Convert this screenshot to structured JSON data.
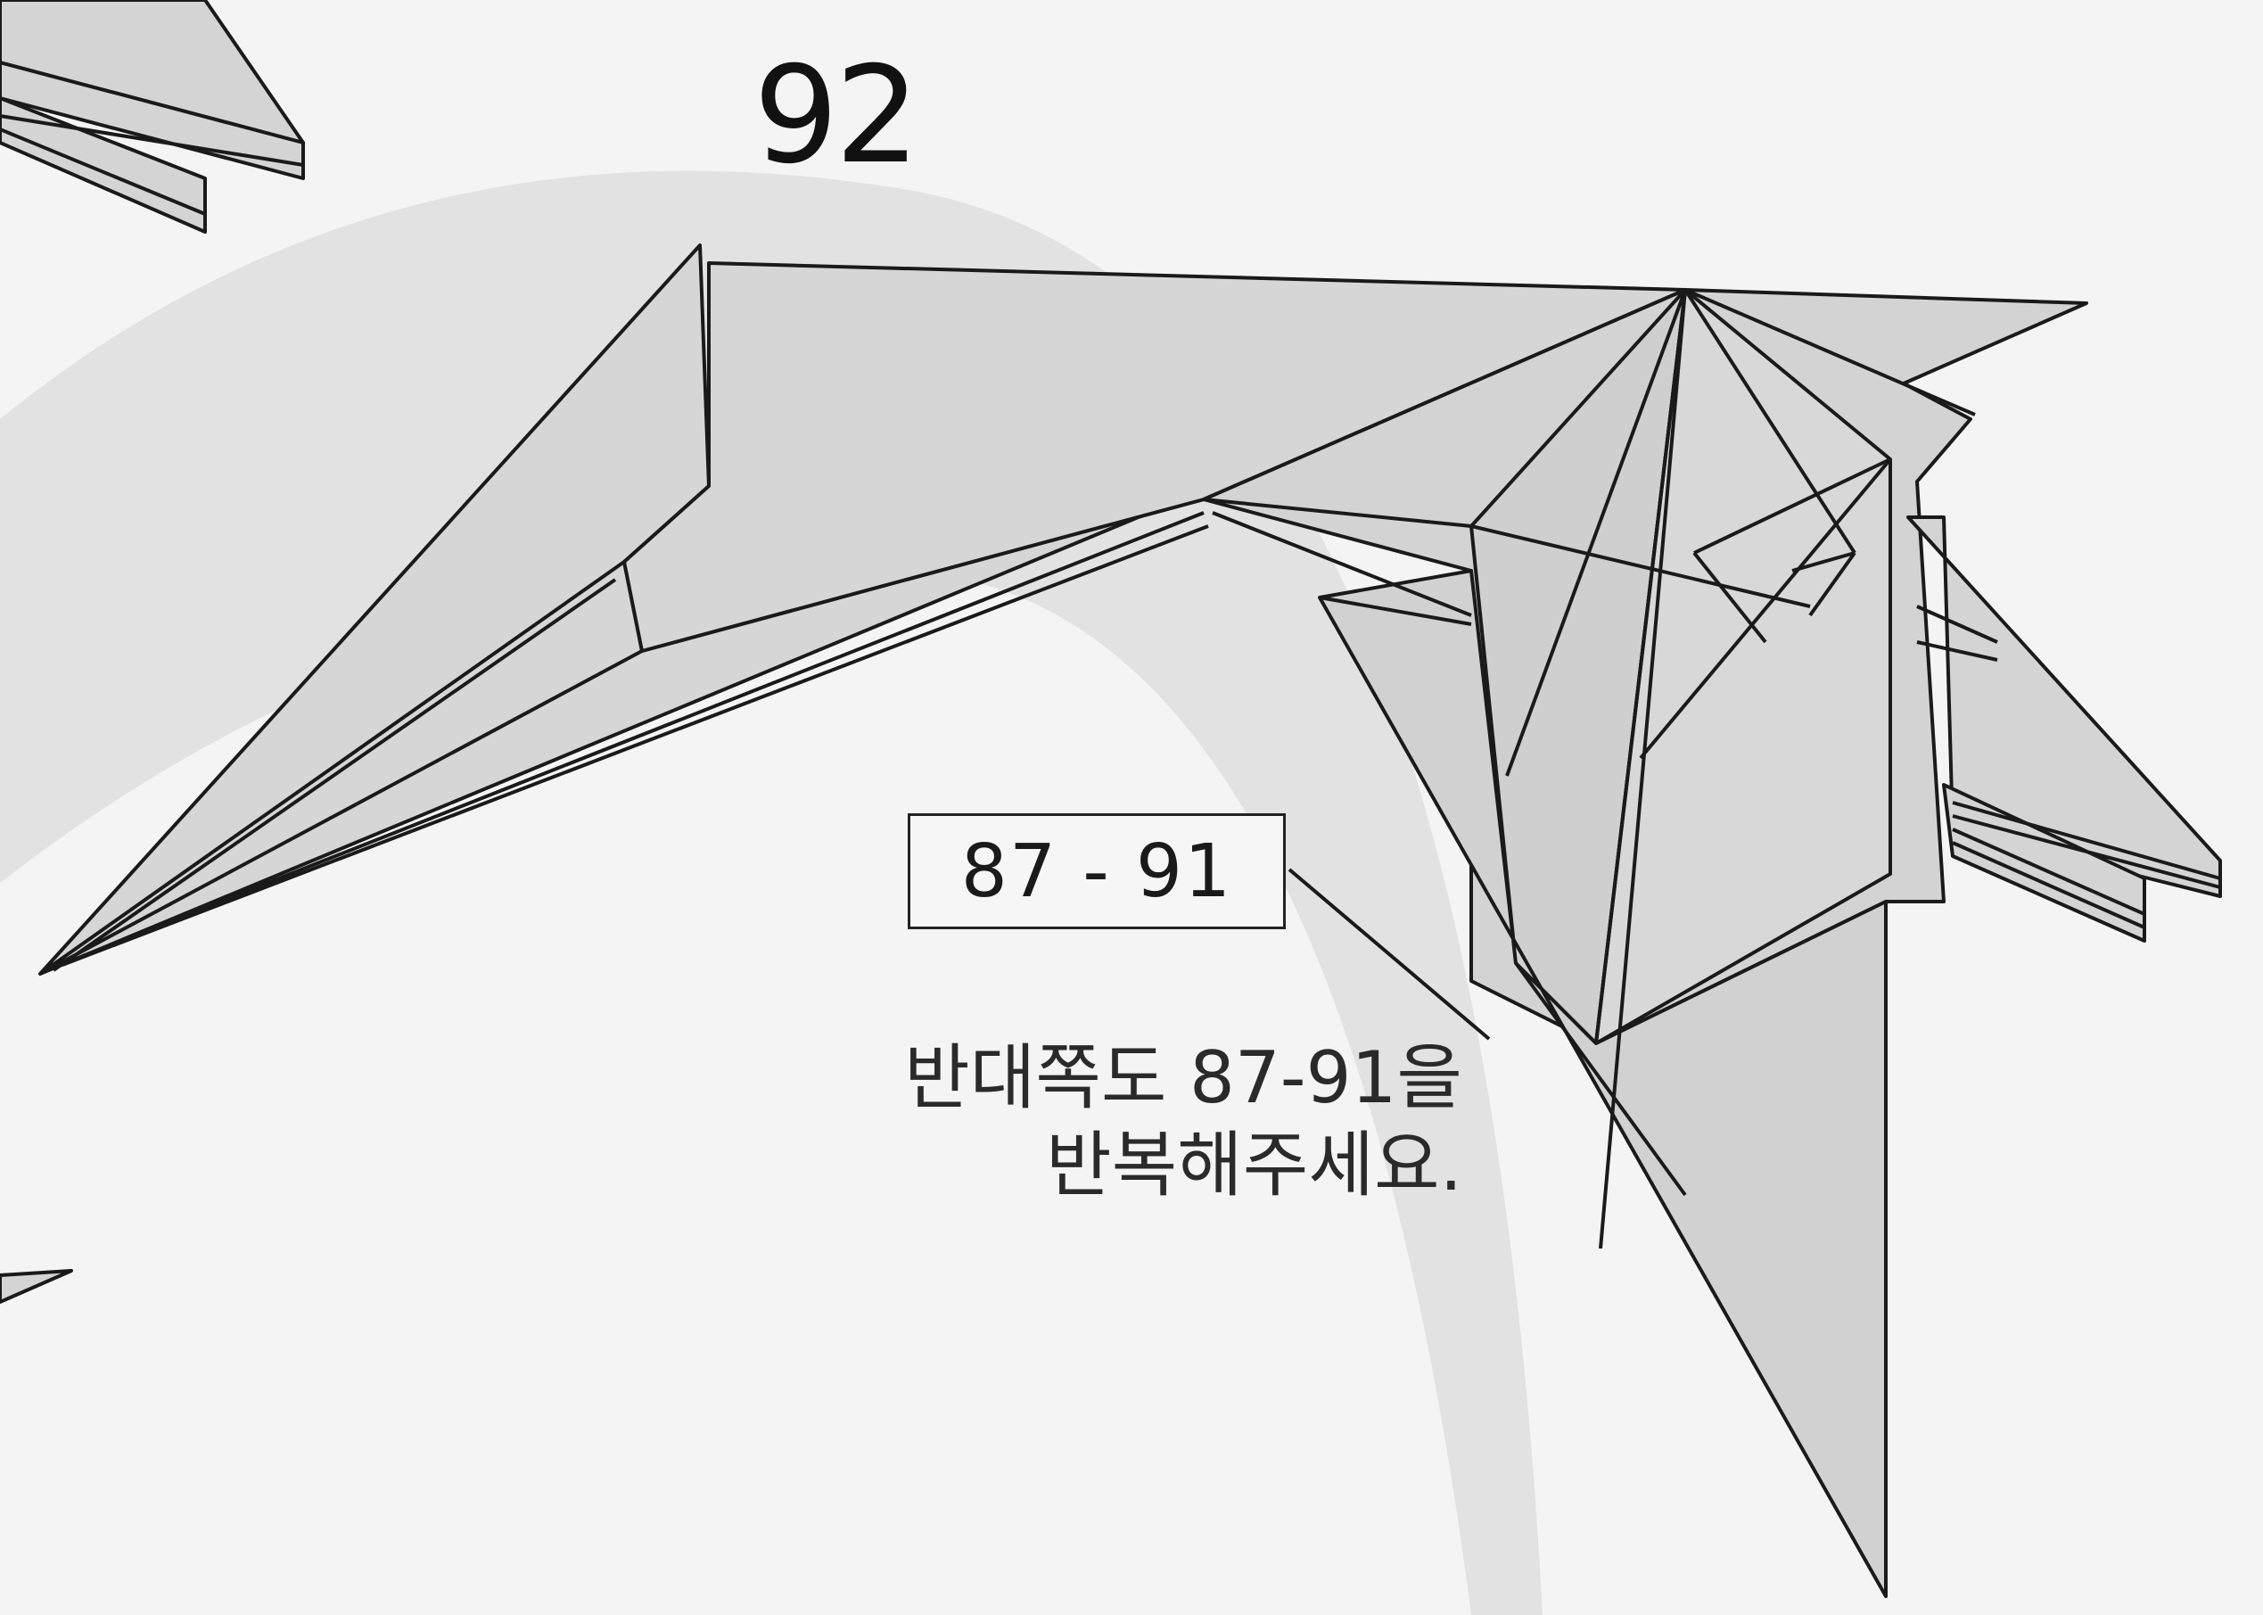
{
  "step": {
    "number": "92",
    "reference_label": "87 - 91",
    "instruction_lines": [
      "반대쪽도 87-91을",
      "반복해주세요."
    ]
  },
  "colors": {
    "background": "#f4f4f4",
    "arc_band": "#e2e2e2",
    "paper_fill": "#d6d6d6",
    "paper_fill_dark": "#c9c9c9",
    "line": "#1a1a1a"
  },
  "icons": {
    "model": "origami-model-icon",
    "arc": "turn-over-arc-icon",
    "leader": "leader-line-icon"
  }
}
